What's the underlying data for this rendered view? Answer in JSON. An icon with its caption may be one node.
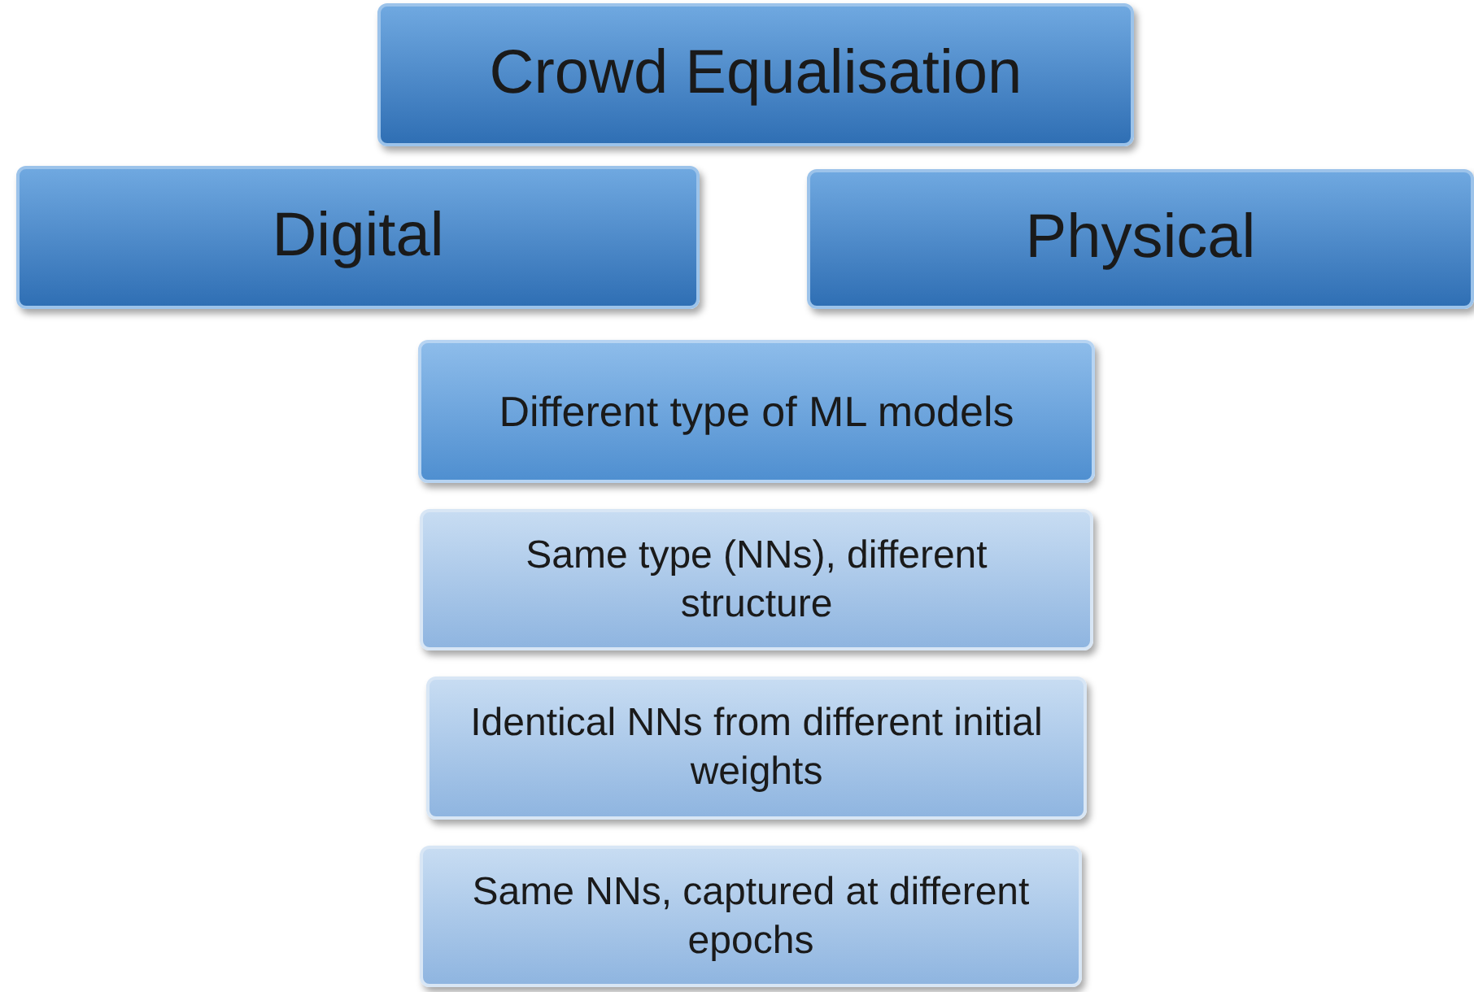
{
  "diagram": {
    "nodes": [
      {
        "text": [
          "Crowd Equalisation"
        ]
      },
      {
        "text": [
          "Digital"
        ]
      },
      {
        "text": [
          "Physical"
        ]
      },
      {
        "text": [
          "Different type of ML models"
        ]
      },
      {
        "text": [
          "Same type (NNs), different structure"
        ]
      },
      {
        "text": [
          "Identical NNs from different initial weights"
        ]
      },
      {
        "text": [
          "Same NNs, captured at different epochs"
        ]
      }
    ]
  }
}
